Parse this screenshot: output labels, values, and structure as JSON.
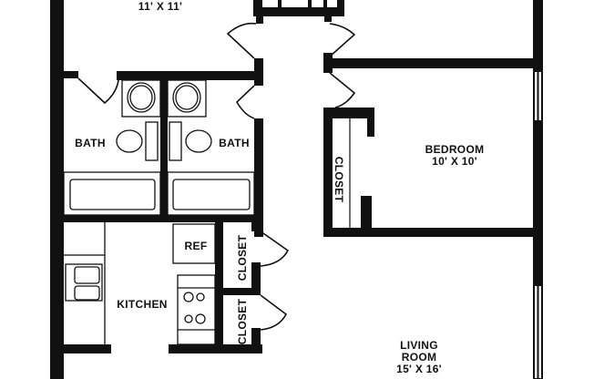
{
  "floorplan": {
    "colors": {
      "wall": "#111111",
      "background": "#ffffff",
      "line": "#111111"
    },
    "rooms": {
      "top_bedroom": {
        "name": "",
        "size": "11' X 11'"
      },
      "bath_left": {
        "name": "BATH"
      },
      "bath_right": {
        "name": "BATH"
      },
      "bedroom": {
        "name": "BEDROOM",
        "size": "10' X 10'"
      },
      "closet_bedroom": {
        "name": "CLOSET"
      },
      "ref": {
        "name": "REF"
      },
      "closet_upper": {
        "name": "CLOSET"
      },
      "kitchen": {
        "name": "KITCHEN"
      },
      "closet_lower": {
        "name": "CLOSET"
      },
      "living_room": {
        "name_line1": "LIVING",
        "name_line2": "ROOM",
        "size": "15' X 16'"
      }
    },
    "fixtures": [
      "sink",
      "sink",
      "toilet",
      "toilet",
      "bathtub",
      "bathtub",
      "refrigerator",
      "kitchen-sink",
      "stove"
    ]
  }
}
